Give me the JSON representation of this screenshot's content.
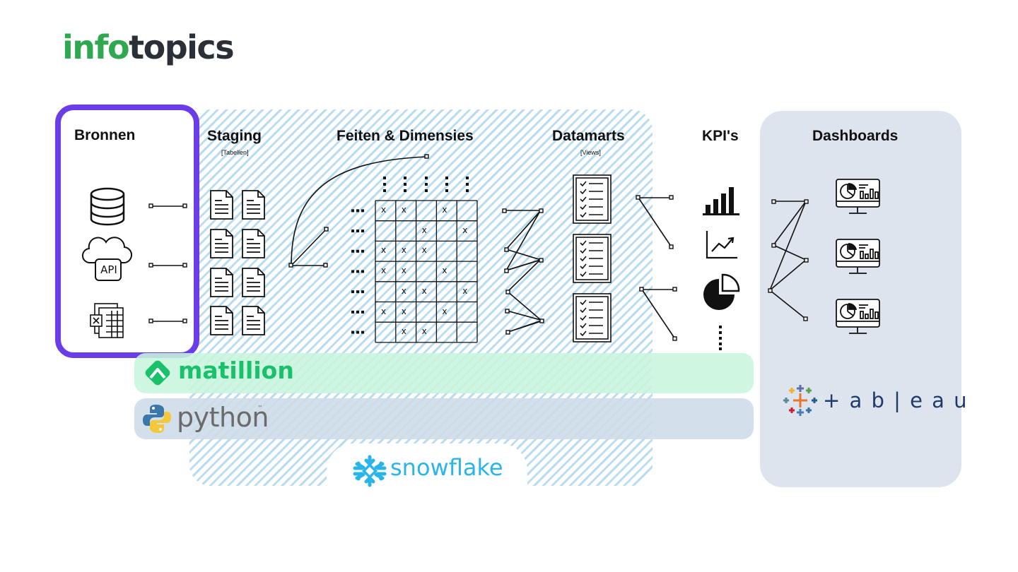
{
  "logo": {
    "part1": "info",
    "part2": "topics"
  },
  "stages": [
    {
      "title": "Bronnen",
      "subtitle": ""
    },
    {
      "title": "Staging",
      "subtitle": "[Tabellen]"
    },
    {
      "title": "Feiten & Dimensies",
      "subtitle": ""
    },
    {
      "title": "Datamarts",
      "subtitle": "[Views]"
    },
    {
      "title": "KPI's",
      "subtitle": ""
    },
    {
      "title": "Dashboards",
      "subtitle": ""
    }
  ],
  "sources": {
    "api_label": "API"
  },
  "matrix": {
    "marker": "x",
    "rows": [
      [
        1,
        1,
        0,
        1,
        0
      ],
      [
        0,
        0,
        1,
        0,
        1
      ],
      [
        1,
        1,
        1,
        0,
        0
      ],
      [
        1,
        1,
        0,
        1,
        0
      ],
      [
        0,
        1,
        1,
        0,
        1
      ],
      [
        1,
        1,
        0,
        1,
        0
      ],
      [
        0,
        1,
        1,
        0,
        0
      ]
    ]
  },
  "tools": {
    "matillion": "matillion",
    "python": "python",
    "python_tm": "™",
    "snowflake": "snowflake",
    "tableau": "+ a b | e a u"
  },
  "colors": {
    "accent_purple": "#6a3de8",
    "logo_green": "#2fa84f",
    "matillion_green": "#19c16b",
    "snowflake_blue": "#29b5e8",
    "hatch_blue": "#b9dcef",
    "panel_gray": "#dde4ed"
  },
  "icons": [
    "database-icon",
    "api-cloud-icon",
    "excel-icon",
    "document-icon",
    "checklist-icon",
    "bar-chart-icon",
    "line-chart-icon",
    "pie-chart-icon",
    "dashboard-monitor-icon",
    "matillion-logo-icon",
    "python-logo-icon",
    "snowflake-logo-icon",
    "tableau-logo-icon"
  ]
}
